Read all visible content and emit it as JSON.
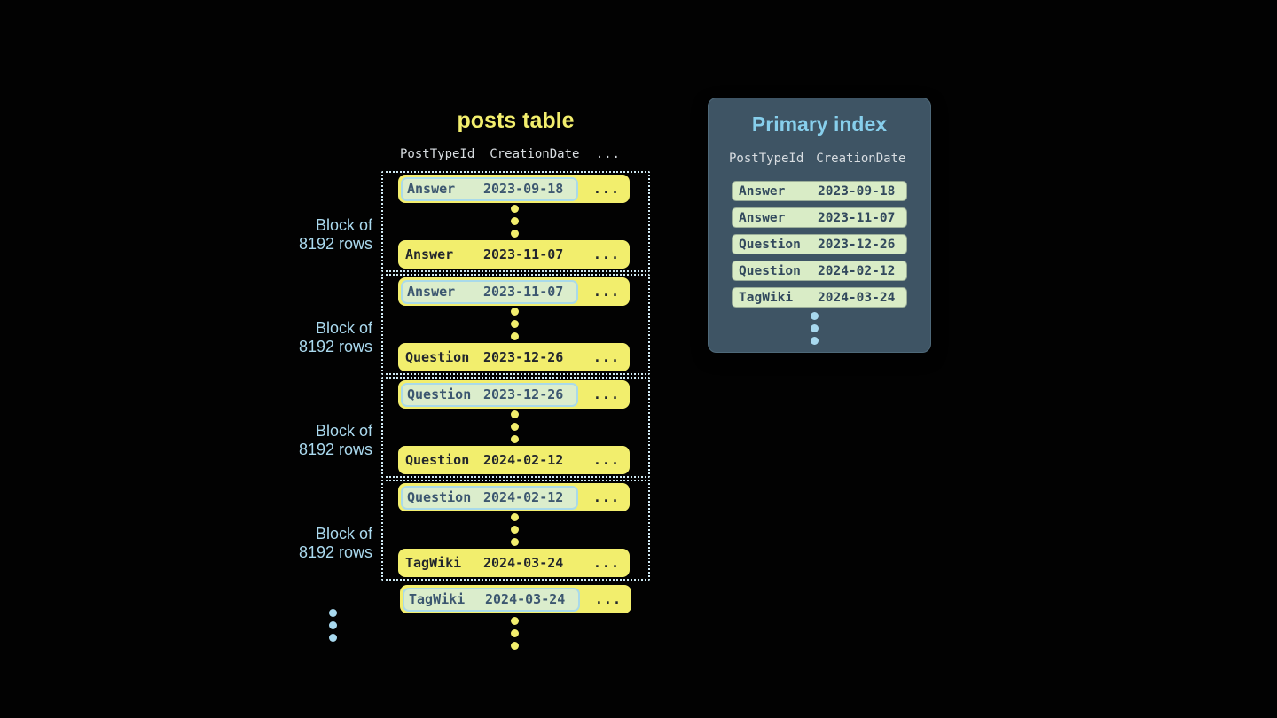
{
  "colors": {
    "background": "#020202",
    "yellow": "#F2EE6D",
    "row_text": "#22262D",
    "highlight_bg": "#DBEDCC",
    "highlight_border": "#A9DAEA",
    "highlight_text": "#3C5770",
    "dotted_border": "#CFE9F3",
    "block_label": "#ABDAEF",
    "panel_bg": "#3E5464",
    "panel_title": "#87CFEC",
    "header_text": "#D8DDE1",
    "index_pill_bg": "#D9ECC6",
    "index_pill_text": "#32495D",
    "blue_dot": "#A8D9EF"
  },
  "posts_table": {
    "title": "posts table",
    "headers": {
      "col1": "PostTypeId",
      "col2": "CreationDate",
      "more": "..."
    },
    "block_label_line1": "Block of",
    "block_label_line2": "8192 rows",
    "row_more": "...",
    "blocks": [
      {
        "first": {
          "type": "Answer",
          "date": "2023-09-18"
        },
        "last": {
          "type": "Answer",
          "date": "2023-11-07"
        }
      },
      {
        "first": {
          "type": "Answer",
          "date": "2023-11-07"
        },
        "last": {
          "type": "Question",
          "date": "2023-12-26"
        }
      },
      {
        "first": {
          "type": "Question",
          "date": "2023-12-26"
        },
        "last": {
          "type": "Question",
          "date": "2024-02-12"
        }
      },
      {
        "first": {
          "type": "Question",
          "date": "2024-02-12"
        },
        "last": {
          "type": "TagWiki",
          "date": "2024-03-24"
        }
      }
    ],
    "overflow_row": {
      "type": "TagWiki",
      "date": "2024-03-24"
    }
  },
  "primary_index": {
    "title": "Primary index",
    "headers": {
      "col1": "PostTypeId",
      "col2": "CreationDate"
    },
    "rows": [
      {
        "type": "Answer",
        "date": "2023-09-18"
      },
      {
        "type": "Answer",
        "date": "2023-11-07"
      },
      {
        "type": "Question",
        "date": "2023-12-26"
      },
      {
        "type": "Question",
        "date": "2024-02-12"
      },
      {
        "type": "TagWiki",
        "date": "2024-03-24"
      }
    ]
  }
}
